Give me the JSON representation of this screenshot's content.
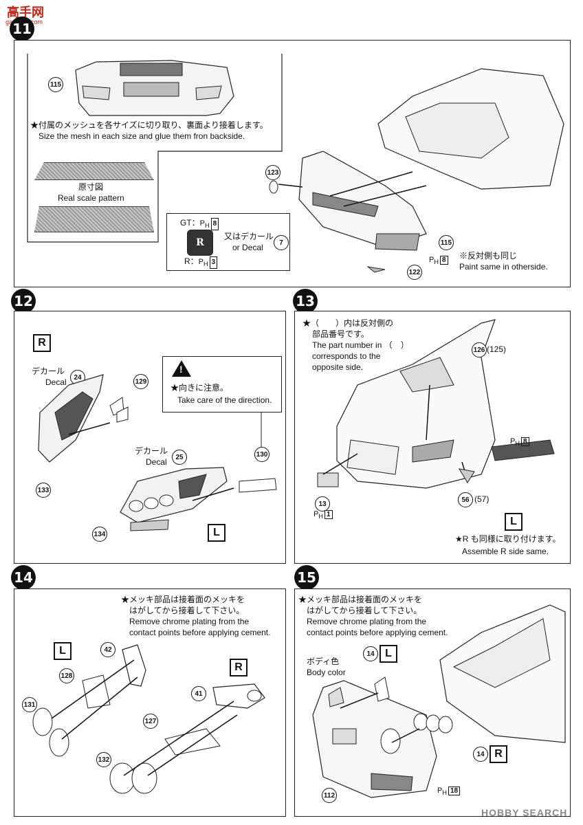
{
  "watermark_top": {
    "brand": "高手网",
    "domain": "gaoshou.com"
  },
  "watermark_bottom": "HOBBY SEARCH",
  "step11": {
    "number": "11",
    "mesh_note_jp": "★付属のメッシュを各サイズに切り取り、裏面より接着します。",
    "mesh_note_en": "Size the mesh in each size and glue them fron backside.",
    "scale_jp": "原寸図",
    "scale_en": "Real scale pattern",
    "decal_gt": "GT：",
    "decal_gt_paint": "8",
    "decal_r": "R：",
    "decal_r_paint": "3",
    "decal_alt_jp": "又はデカール",
    "decal_alt_en": "or  Decal",
    "decal_num": "7",
    "opposite_jp": "※反対側も同じ",
    "opposite_en": "Paint same in otherside.",
    "paint_ph8": "8",
    "parts": [
      "115",
      "123",
      "115",
      "122"
    ]
  },
  "step12": {
    "number": "12",
    "side_label": "R",
    "side_label2": "L",
    "decal_jp": "デカール",
    "decal_en": "Decal",
    "decal_a": "24",
    "decal_b": "25",
    "warn_jp": "★向きに注意。",
    "warn_en": "Take care of the direction.",
    "parts": [
      "129",
      "133",
      "130",
      "134"
    ]
  },
  "step13": {
    "number": "13",
    "note_jp1": "★（　　）内は反対側の",
    "note_jp2": "部品番号です。",
    "note_en1": "The part number in  （　）",
    "note_en2": "corresponds to the",
    "note_en3": "opposite side.",
    "part_126": "126",
    "part_125": "125",
    "part_13": "13",
    "part_56": "56",
    "part_57": "57",
    "paint_ph8": "8",
    "paint_ph1": "1",
    "side_label": "L",
    "assemble_jp": "★R も同様に取り付けます。",
    "assemble_en": "Assemble R side same."
  },
  "step14": {
    "number": "14",
    "note_jp1": "★メッキ部品は接着面のメッキを",
    "note_jp2": "はがしてから接着して下さい。",
    "note_en1": "Remove chrome plating from the",
    "note_en2": "contact points before applying cement.",
    "left_label": "L",
    "right_label": "R",
    "parts": [
      "42",
      "128",
      "131",
      "41",
      "127",
      "132"
    ]
  },
  "step15": {
    "number": "15",
    "note_jp1": "★メッキ部品は接着面のメッキを",
    "note_jp2": "はがしてから接着して下さい。",
    "note_en1": "Remove chrome plating from the",
    "note_en2": "contact points before applying cement.",
    "body_jp": "ボディ色",
    "body_en": "Body color",
    "sub_left": "14",
    "sub_left_label": "L",
    "sub_right": "14",
    "sub_right_label": "R",
    "part_112": "112",
    "paint_ph18": "18"
  }
}
